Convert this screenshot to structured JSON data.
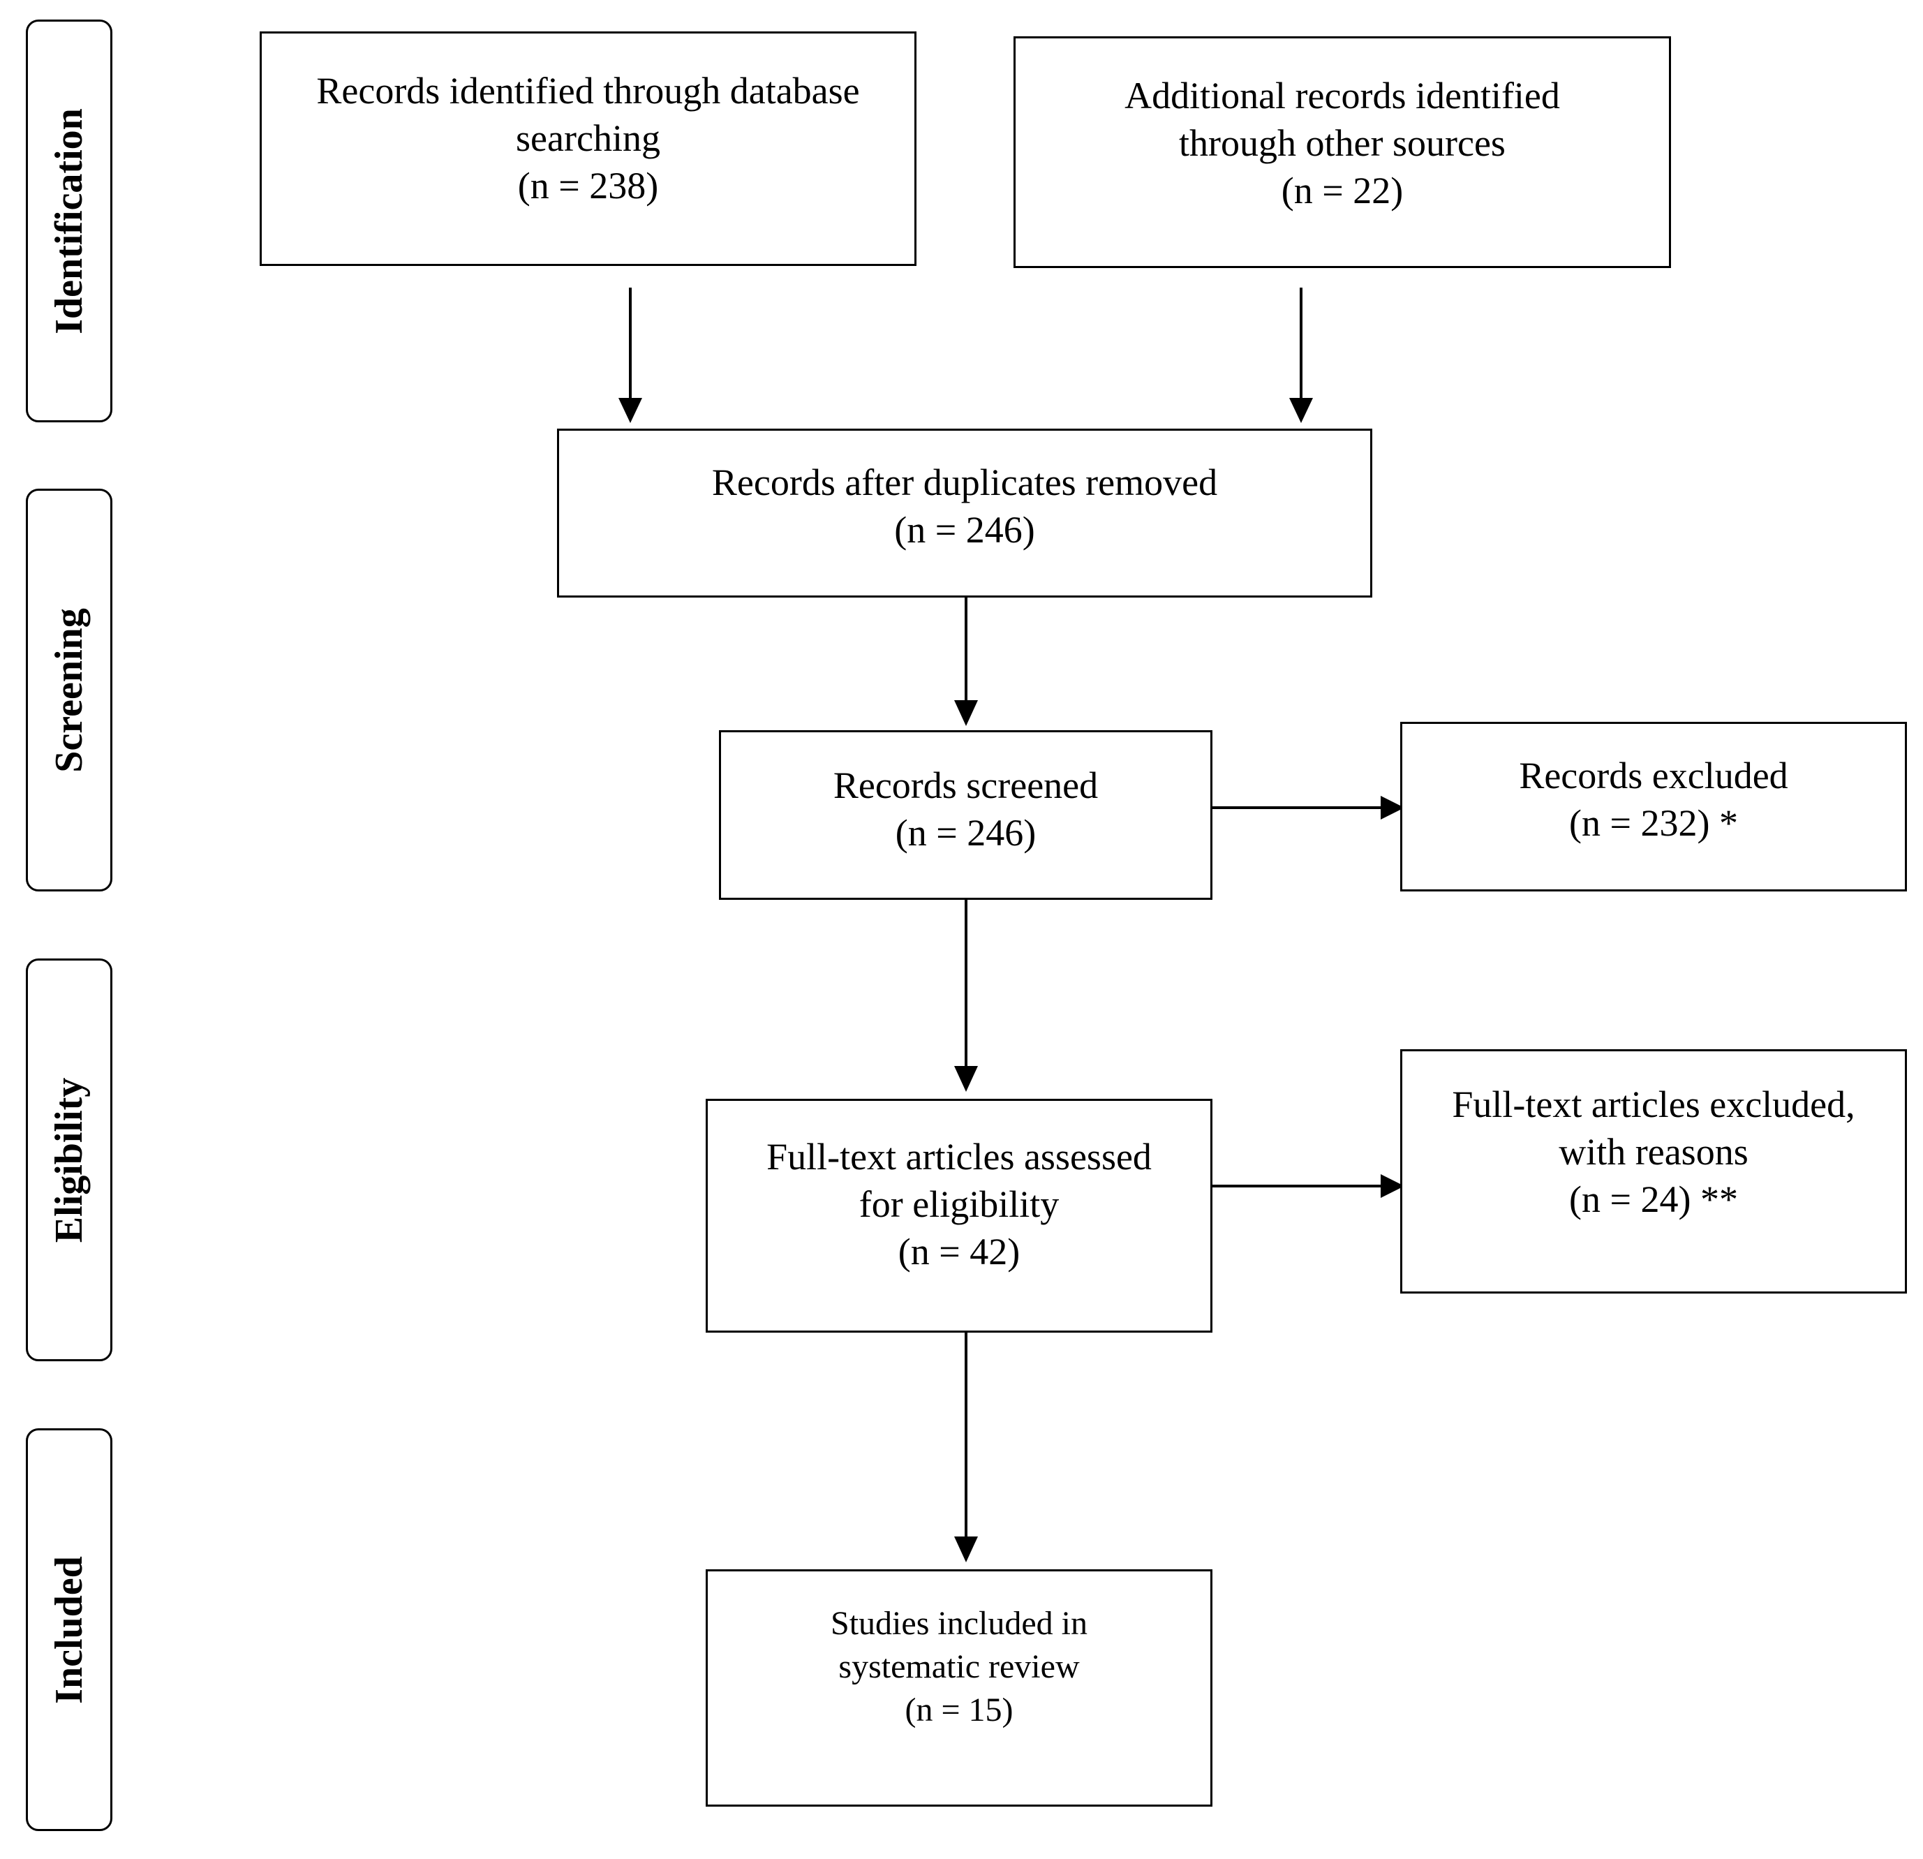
{
  "phases": {
    "identification": "Identification",
    "screening": "Screening",
    "eligibility": "Eligibility",
    "included": "Included"
  },
  "boxes": {
    "database_search": {
      "line1": "Records identified through database",
      "line2": "searching",
      "count": "(n = 238)"
    },
    "other_sources": {
      "line1": "Additional records identified",
      "line2": "through other sources",
      "count": "(n = 22)"
    },
    "duplicates_removed": {
      "line1": "Records after duplicates removed",
      "count": "(n = 246)"
    },
    "screened": {
      "line1": "Records screened",
      "count": "(n = 246)"
    },
    "excluded": {
      "line1": "Records excluded",
      "count": "(n = 232) *"
    },
    "fulltext_assessed": {
      "line1": "Full-text articles assessed",
      "line2": "for eligibility",
      "count": "(n = 42)"
    },
    "fulltext_excluded": {
      "line1": "Full-text articles excluded,",
      "line2": "with reasons",
      "count": "(n = 24) **"
    },
    "included_studies": {
      "line1": "Studies included in",
      "line2": "systematic review",
      "count": "(n = 15)"
    }
  }
}
